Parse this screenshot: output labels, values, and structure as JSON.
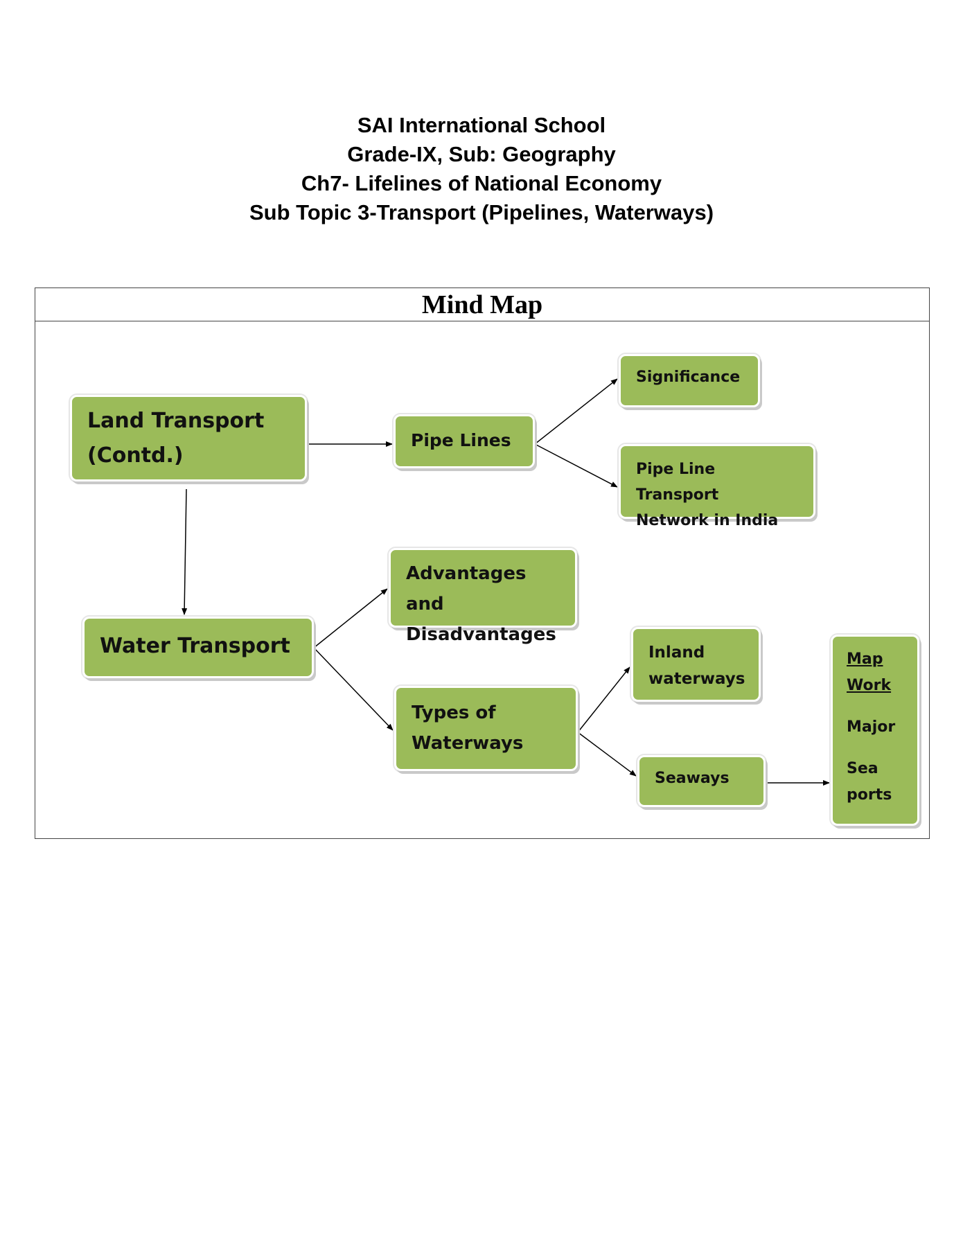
{
  "header": {
    "lines": [
      "SAI International School",
      "Grade-IX, Sub: Geography",
      "Ch7- Lifelines of National Economy",
      "Sub Topic 3-Transport (Pipelines, Waterways)"
    ]
  },
  "mindmap": {
    "title": "Mind Map",
    "nodes": {
      "land_transport": [
        "Land Transport",
        "(Contd.)"
      ],
      "pipe_lines": "Pipe Lines",
      "significance": "Significance",
      "pipeline_network": [
        "Pipe Line Transport",
        "Network in India"
      ],
      "advantages": [
        "Advantages and",
        "Disadvantages"
      ],
      "water_transport": "Water Transport",
      "inland_waterways": [
        "Inland",
        "waterways"
      ],
      "types_of_waterways": [
        "Types of",
        "Waterways"
      ],
      "seaways": "Seaways",
      "map_work": {
        "heading": [
          "Map",
          "Work"
        ],
        "body": [
          "Major",
          "Sea",
          "ports"
        ]
      }
    },
    "colors": {
      "node_fill": "#9bbb59",
      "node_border": "#ffffff",
      "arrow": "#000000"
    }
  }
}
